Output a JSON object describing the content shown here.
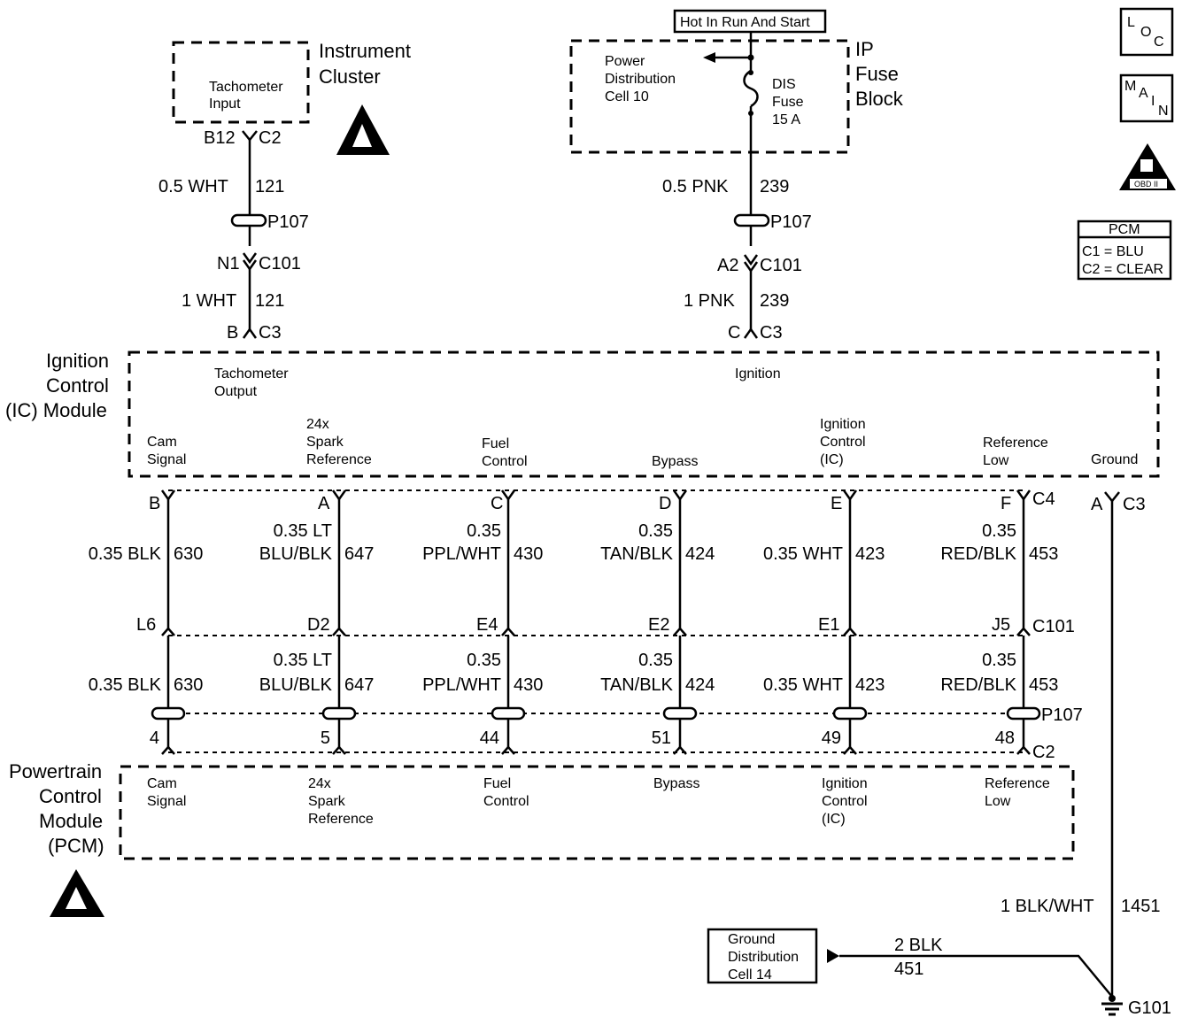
{
  "top": {
    "hot_label": "Hot In Run And Start",
    "ip_fuse_l1": "IP",
    "ip_fuse_l2": "Fuse",
    "ip_fuse_l3": "Block",
    "pd_l1": "Power",
    "pd_l2": "Distribution",
    "pd_l3": "Cell 10",
    "fuse_l1": "DIS",
    "fuse_l2": "Fuse",
    "fuse_l3": "15 A",
    "cluster_l1": "Instrument",
    "cluster_l2": "Cluster",
    "tach_in_l1": "Tachometer",
    "tach_in_l2": "Input"
  },
  "left_feed": {
    "pin_b12": "B12",
    "pin_c2": "C2",
    "wire1_gauge": "0.5 WHT",
    "wire1_circ": "121",
    "splice": "P107",
    "pin_n1": "N1",
    "pin_c101": "C101",
    "wire2_gauge": "1 WHT",
    "wire2_circ": "121",
    "pin_b": "B",
    "pin_c3": "C3"
  },
  "right_feed": {
    "wire1_gauge": "0.5 PNK",
    "wire1_circ": "239",
    "splice": "P107",
    "pin_a2": "A2",
    "pin_c101": "C101",
    "wire2_gauge": "1 PNK",
    "wire2_circ": "239",
    "pin_c": "C",
    "pin_c3": "C3"
  },
  "icm": {
    "l1": "Ignition",
    "l2": "Control",
    "l3": "(IC) Module",
    "tach_out_l1": "Tachometer",
    "tach_out_l2": "Output",
    "ignition": "Ignition",
    "cam_l1": "Cam",
    "cam_l2": "Signal",
    "spark_l1": "24x",
    "spark_l2": "Spark",
    "spark_l3": "Reference",
    "fuel_l1": "Fuel",
    "fuel_l2": "Control",
    "bypass": "Bypass",
    "ic_l1": "Ignition",
    "ic_l2": "Control",
    "ic_l3": "(IC)",
    "ref_l1": "Reference",
    "ref_l2": "Low",
    "ground": "Ground"
  },
  "columns": [
    {
      "pin_top": "B",
      "gauge_a1": "",
      "gauge_a2": "0.35 BLK",
      "circ": "630",
      "c101_pin": "L6",
      "pcm_pin": "4"
    },
    {
      "pin_top": "A",
      "gauge_a1": "0.35 LT",
      "gauge_a2": "BLU/BLK",
      "circ": "647",
      "c101_pin": "D2",
      "pcm_pin": "5"
    },
    {
      "pin_top": "C",
      "gauge_a1": "0.35",
      "gauge_a2": "PPL/WHT",
      "circ": "430",
      "c101_pin": "E4",
      "pcm_pin": "44"
    },
    {
      "pin_top": "D",
      "gauge_a1": "0.35",
      "gauge_a2": "TAN/BLK",
      "circ": "424",
      "c101_pin": "E2",
      "pcm_pin": "51"
    },
    {
      "pin_top": "E",
      "gauge_a1": "",
      "gauge_a2": "0.35 WHT",
      "circ": "423",
      "c101_pin": "E1",
      "pcm_pin": "49"
    },
    {
      "pin_top": "F",
      "gauge_a1": "0.35",
      "gauge_a2": "RED/BLK",
      "circ": "453",
      "c101_pin": "J5",
      "pcm_pin": "48"
    }
  ],
  "conn": {
    "c4": "C4",
    "c101": "C101",
    "p107": "P107",
    "c2": "C2",
    "gnd_pin_a": "A",
    "gnd_c3": "C3"
  },
  "pcm": {
    "l1": "Powertrain",
    "l2": "Control",
    "l3": "Module",
    "l4": "(PCM)",
    "cam_l1": "Cam",
    "cam_l2": "Signal",
    "spark_l1": "24x",
    "spark_l2": "Spark",
    "spark_l3": "Reference",
    "fuel_l1": "Fuel",
    "fuel_l2": "Control",
    "bypass": "Bypass",
    "ic_l1": "Ignition",
    "ic_l2": "Control",
    "ic_l3": "(IC)",
    "ref_l1": "Reference",
    "ref_l2": "Low"
  },
  "ground": {
    "wire_gauge": "1 BLK/WHT",
    "wire_circ": "1451",
    "gd_l1": "Ground",
    "gd_l2": "Distribution",
    "gd_l3": "Cell 14",
    "blk_gauge": "2 BLK",
    "blk_circ": "451",
    "g101": "G101"
  },
  "legend": {
    "loc_l": "L",
    "loc_o": "O",
    "loc_c": "C",
    "main_m": "M",
    "main_a": "A",
    "main_i": "I",
    "main_n": "N",
    "obd": "OBD II",
    "pcm_title": "PCM",
    "pcm_c1": "C1 = BLU",
    "pcm_c2": "C2 = CLEAR"
  },
  "icons": [
    "esd-warning-icon",
    "obd-ii-icon",
    "loc-icon",
    "main-icon",
    "ground-symbol-icon"
  ]
}
